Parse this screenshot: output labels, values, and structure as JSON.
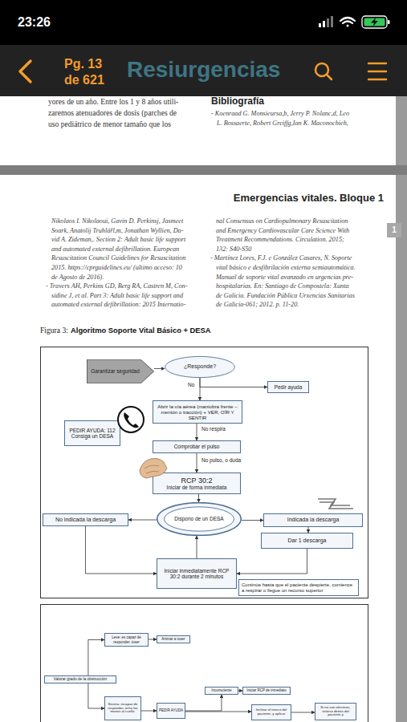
{
  "diagram": {
    "title": "Algoritmo Soporte Vital Básico + DESA",
    "nodes": [
      {
        "text": [
          "Garantizar seguridad"
        ]
      },
      {
        "text": [
          "¿Responde?"
        ]
      },
      {
        "text": [
          "Pedir ayuda"
        ]
      },
      {
        "text": [
          "Abrir la vía aérea (maniobra frente –mentón o tracción) + VER, OÍR Y SENTIR"
        ]
      },
      {
        "text": [
          "PEDIR AYUDA: 112 Consiga un DESA"
        ]
      },
      {
        "text": [
          "Comprobar el pulso"
        ]
      },
      {
        "text": [
          "RCP 30:2",
          "Iniciar de forma inmediata"
        ]
      },
      {
        "text": [
          "No indicada la descarga"
        ]
      },
      {
        "text": [
          "Dispono de un DESA"
        ]
      },
      {
        "text": [
          "Indicada la descarga"
        ]
      },
      {
        "text": [
          "Dar 1 descarga"
        ]
      },
      {
        "text": [
          "Iniciar inmediatamente RCP 30:2 durante 2 minutos"
        ]
      },
      {
        "text": [
          "Continúe hasta que el paciente despierte, comience a respirar o llegue un recurso superior"
        ]
      },
      {
        "text": [
          "Leve: es capaz de responder, toser"
        ]
      },
      {
        "text": [
          "Animar a toser"
        ]
      },
      {
        "text": [
          "Valorar grado de la obstrucción"
        ]
      },
      {
        "text": [
          "Inconsciente"
        ]
      },
      {
        "text": [
          "Iniciar RCP de inmediato"
        ]
      },
      {
        "text": [
          "Severa: incapaz de responder, echa las manos al cuello."
        ]
      },
      {
        "text": [
          "PEDIR AYUDA"
        ]
      },
      {
        "text": [
          "Inclinar el tronco del paciente, y aplicar"
        ]
      },
      {
        "text": [
          "Si no son efectivos, sitúese detrás del paciente y"
        ]
      }
    ],
    "edges": [
      {
        "from": 0,
        "to": 1,
        "arrow": "to"
      },
      {
        "from": 1,
        "to": 3,
        "arrow": "to",
        "label": "No"
      },
      {
        "from": 1,
        "to": 2,
        "arrow": "to"
      },
      {
        "from": 3,
        "to": 5,
        "arrow": "to",
        "label": "No respira"
      },
      {
        "from": 5,
        "to": 6,
        "arrow": "to",
        "label": "No pulso, o duda"
      },
      {
        "from": 6,
        "to": 8,
        "arrow": "to"
      },
      {
        "from": 8,
        "to": 7,
        "arrow": "to"
      },
      {
        "from": 8,
        "to": 9,
        "arrow": "to"
      },
      {
        "from": 9,
        "to": 10,
        "arrow": "to"
      },
      {
        "from": 10,
        "to": 11,
        "arrow": "to"
      },
      {
        "from": 7,
        "to": 11,
        "arrow": "to"
      },
      {
        "from": 11,
        "to": 8,
        "arrow": "to"
      },
      {
        "from": 15,
        "to": 13,
        "arrow": "to"
      },
      {
        "from": 15,
        "to": 18,
        "arrow": "to"
      },
      {
        "from": 13,
        "to": 14,
        "arrow": "to"
      },
      {
        "from": 16,
        "to": 17,
        "arrow": "to"
      },
      {
        "from": 18,
        "to": 19,
        "arrow": "to"
      },
      {
        "from": 19,
        "to": 16,
        "arrow": "to"
      },
      {
        "from": 19,
        "to": 20,
        "arrow": "to"
      },
      {
        "from": 20,
        "to": 21,
        "arrow": "to"
      }
    ],
    "labels": [
      "23:26",
      "Pg. 13",
      "de 621",
      "Resiurgencias",
      "yores de un año. Entre los 1 y 8 años utili-",
      "zaremos atenuadores de dosis (parches de",
      "uso pediátrico de menor tamaño que los",
      "Bibliografía",
      "- Koenraad G. Monsieursa,b, Jerry P. Nolanc,d, Leo",
      "L. Bossaerte, Robert Greiffg,Ian K. Maconochieh,",
      "Emergencias vitales. Bloque 1",
      "1",
      "Nikolaos I. Nikolaoui, Gavin D. Perkinsj, Jasmeet",
      "Soark, Anatolij Truhlářl,m, Jonathan Wyllien, Da-",
      "vid A. Zideman,. Section 2: Adult basic life support",
      "and automated external defibrillation. European",
      "Resuscitation Council Guidelines for Resuscitation",
      "2015. https://cprguidelines.eu/ (ultimo acceso: 10",
      "de Agosto de 2016).",
      "- Travers AH, Perkins GD, Berg RA, Castren M, Con-",
      "sidine J, et al. Part 3: Adult basic life support and",
      "automated external defibrillation: 2015 Internatio-",
      "nal Consensus on Cardiopulmonary Resuscitation",
      "and Emergency Cardiovascular Care Science With",
      "Treatment Recommendations. Circulation. 2015;",
      "132: S40-S50",
      "- Martínez Lores, F.J. e González Casares, N. Soporte",
      "vital básico e desfibrilación externa semiautomática.",
      "Manual de soporte vital avanzado en urgencias pre-",
      "hospitalarias. En: Santiago de Compostela: Xunta",
      "de Galicia. Fundación Pública Urxencias Sanitarias",
      "de Galicia-061; 2012. p. 11-20.",
      "Figura 3:"
    ]
  }
}
